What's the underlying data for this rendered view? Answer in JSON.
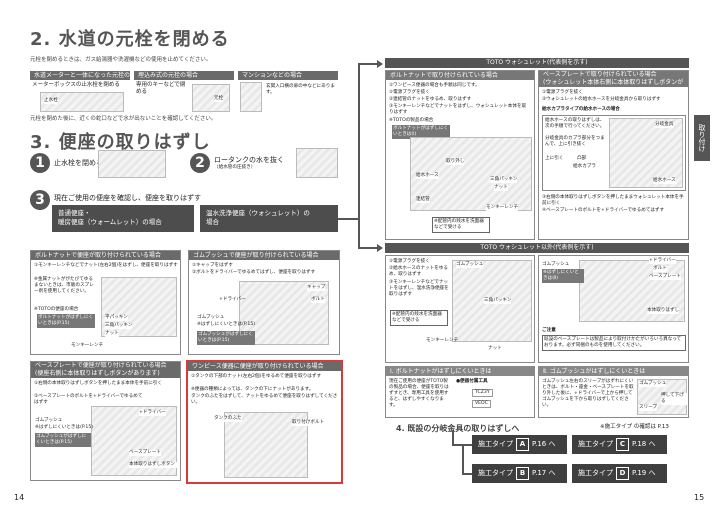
{
  "left": {
    "section2": {
      "title": "2. 水道の元栓を閉める",
      "intro": "元栓を閉めるときは、ガス給湯器や洗濯機などの使用を止めてください。",
      "cols": [
        {
          "head": "水道メーターと一体になった元栓の場合",
          "text": "メーターボックスの止水栓を閉める",
          "callout": "止水栓"
        },
        {
          "head": "埋込み式の元栓の場合",
          "text": "専用のキーなどで閉める",
          "callout": "元栓"
        },
        {
          "head": "マンションなどの場合",
          "text": "玄関入口横の扉の中などにあります。"
        }
      ],
      "note": "元栓を閉めた後に、近くの蛇口などで水が出ないことを確認してください。"
    },
    "section3": {
      "title": "3. 便座の取りはずし",
      "step1_num": "1",
      "step1": "止水栓を閉める",
      "step2_num": "2",
      "step2": "ロータンクの水を抜く",
      "step2_sub": "（給水管の圧抜き）",
      "step3_num": "3",
      "step3": "現在ご使用の便座を確認し、便座を取りはずす",
      "type_a": "普通便座・\n暖房便座（ウォームレット）の場合",
      "type_b": "温水洗浄便座（ウォシュレット）の\n場合"
    },
    "panel_bolt": {
      "head": "ボルトナットで便座が取り付けられている場合",
      "lines": [
        "①モンキーレンチなどでナット(左右2個)をはずし、便座を取りはずす",
        "※金属ナットががたびてゆるまないときは、市販のスプレー剤を使用してください。",
        "※TOTOの便座の場合",
        "ボルトナットがはずしにくいときは(P.15)"
      ],
      "labels": [
        "平パッキン",
        "三角パッキン",
        "ナット",
        "モンキーレンチ"
      ]
    },
    "panel_push": {
      "head": "ゴムブッシュで便座が取り付けられている場合",
      "lines": [
        "①キャップをはずす",
        "②ボルトをドライバーでゆるめてはずし、便座を取りはずす"
      ],
      "labels": [
        "キャップ",
        "ボルト",
        "+ドライバー",
        "ゴムブッシュ",
        "※はずしにくいときは(P.15)",
        "ゴムブッシュがはずしにくいときは(P.15)"
      ]
    },
    "panel_base": {
      "head": "ベースプレートで便座が取り付けられている場合\n(便座右側に本体取りはずしボタンがあります)",
      "lines": [
        "①右側の本体取りはずしボタンを押したまま本体を手前に引く",
        "②ベースプレートのボルトを+ドライバーでゆるめてはずす"
      ],
      "labels": [
        "ゴムブッシュ",
        "※はずしにくいときは(P.15)",
        "ゴムブッシュがはずしにくいときは(P.15)",
        "ベースプレート",
        "本体取りはずしボタン",
        "+ドライバー"
      ]
    },
    "panel_onepiece": {
      "head": "ワンピース便器に便座が取り付けられている場合",
      "lines": [
        "①タンクの下部のナット(左右2個)をゆるめて便座を取りはずす",
        "※便器の種類によっては、タンクの下にナットがあります。",
        "タンクのふたをはずして、ナットをゆるめて便座を取りはずしてください。"
      ],
      "labels": [
        "タンクのふた",
        "取り付けボルト"
      ]
    },
    "page_no": "14"
  },
  "right": {
    "toto_head": "TOTO ウォシュレット(代表例を示す)",
    "bolt_panel": {
      "head": "ボルトナットで取り付けられている場合",
      "lines": [
        "①ワンピース便器の場合も手順は同じです。",
        "①電源プラグを抜く",
        "②連結管のナットをゆるめ、取りはずす",
        "③モンキーレンチなどでナットをはずし、ウォシュレット本体を取りはずす",
        "※TOTOの製品の場合",
        "ボルトナットがはずしにくいときは(Ⅰ)"
      ],
      "labels": [
        "三角パッキン",
        "ナット",
        "モンキーレンチ",
        "給水ホース",
        "連結管",
        "取り外し"
      ],
      "warn": "※配管内の残水を洗面器などで受ける"
    },
    "base_panel": {
      "head": "ベースプレートで取り付けられている場合\n(ウォシュレット本体右側に本体取りはずしボタンがあります)",
      "lines": [
        "①電源プラグを抜く",
        "②ウォシュレットの給水ホースを分岐金具から取りはずす",
        "給水カプラタイプの給水ホースの場合",
        "給水ホースの取りはずしは、次の手順で行ってください。",
        "分岐金具のカプラ部分をつまんで、上に引き抜く"
      ],
      "labels": [
        "分岐金具",
        "給水カプラ",
        "凸部",
        "給水ホース",
        "上に引く"
      ],
      "steps": [
        "③右側の本体取りはずしボタンを押したままウォシュレット本体を手前に引く",
        "④ベースプレートのボルトを+ドライバーでゆるめてはずす"
      ]
    },
    "other_head": "TOTO ウォシュレット以外(代表例を示す)",
    "other_panel": {
      "lines": [
        "①電源プラグを抜く",
        "②給水ホースのナットをゆるめ、取りはずす",
        "③モンキーレンチなどでナットをはずし、温水洗浄便座を取りはずす"
      ],
      "labels": [
        "ゴムブッシュ",
        "三角パッキン",
        "ナット",
        "モンキーレンチ"
      ],
      "warn": "※配管内の残水を洗面器などで受ける"
    },
    "right_bottom_panel": {
      "labels": [
        "ゴムブッシュ",
        "※はずしにくいときは(Ⅱ)",
        "+ドライバー",
        "ボルト",
        "ベースプレート",
        "本体取りはずし"
      ],
      "caution_title": "ご注意",
      "caution": "既設のベースプレートは製品により取付けかたがいろいろ異なっております。必ず同梱のものを使用してください。"
    },
    "info1": {
      "head": "Ⅰ. ボルトナットがはずしにくいときは",
      "text": "現在ご使用の便座がTOTO製の製品の場合、便座を取りはずすとき、専用工具を使用すると、はずしやすくなります。",
      "tool_head": "●便器付属工具",
      "tool_rows": [
        "TCZ3Y",
        "VEOC"
      ]
    },
    "info2": {
      "head": "Ⅱ. ゴムブッシュがはずしにくいときは",
      "text": "ゴムブッシュ左右のスリーブがはずれにくいときは、ボルト・座金・ベースプレートを取り外した後に、+ドライバーで上から押してゴムブッシュを下から取りはずしてください。",
      "labels": [
        "ゴムブッシュ",
        "スリーブ",
        "押して下げる"
      ]
    },
    "section4": {
      "title": "4. 既設の分岐金具の取りはずしへ",
      "note": "※施工タイプ の確認は P.13"
    },
    "buttons": [
      {
        "label": "施工タイプ",
        "letter": "A",
        "ref": "P.16 へ"
      },
      {
        "label": "施工タイプ",
        "letter": "C",
        "ref": "P.18 へ"
      },
      {
        "label": "施工タイプ",
        "letter": "B",
        "ref": "P.17 へ"
      },
      {
        "label": "施工タイプ",
        "letter": "D",
        "ref": "P.19 へ"
      }
    ],
    "side_tab": "取り付け",
    "page_no": "15"
  }
}
